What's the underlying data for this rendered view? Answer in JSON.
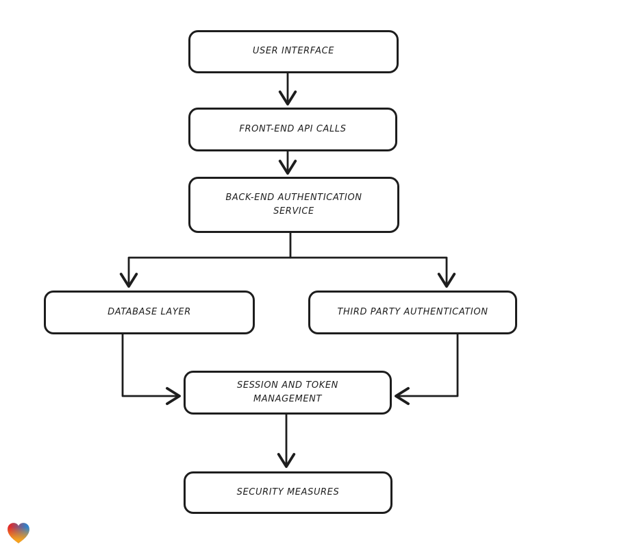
{
  "canvas": {
    "background": "#ffffff",
    "stroke_color": "#1d1d1d"
  },
  "nodes": [
    {
      "id": "user-interface",
      "label": "USER INTERFACE"
    },
    {
      "id": "front-end-api-calls",
      "label": "FRONT-END API CALLS"
    },
    {
      "id": "back-end-authentication-service",
      "label": "BACK-END AUTHENTICATION SERVICE"
    },
    {
      "id": "database-layer",
      "label": "DATABASE LAYER"
    },
    {
      "id": "third-party-authentication",
      "label": "THIRD PARTY AUTHENTICATION"
    },
    {
      "id": "session-and-token-management",
      "label": "SESSION AND TOKEN MANAGEMENT"
    },
    {
      "id": "security-measures",
      "label": "SECURITY MEASURES"
    }
  ],
  "edges": [
    {
      "from": "user-interface",
      "to": "front-end-api-calls"
    },
    {
      "from": "front-end-api-calls",
      "to": "back-end-authentication-service"
    },
    {
      "from": "back-end-authentication-service",
      "to": "database-layer"
    },
    {
      "from": "back-end-authentication-service",
      "to": "third-party-authentication"
    },
    {
      "from": "database-layer",
      "to": "session-and-token-management"
    },
    {
      "from": "third-party-authentication",
      "to": "session-and-token-management"
    },
    {
      "from": "session-and-token-management",
      "to": "security-measures"
    }
  ],
  "logo": {
    "name": "heart-logo",
    "color_left": "#e02b2c",
    "color_right": "#2e82cc",
    "color_bottom": "#f6a21d"
  }
}
